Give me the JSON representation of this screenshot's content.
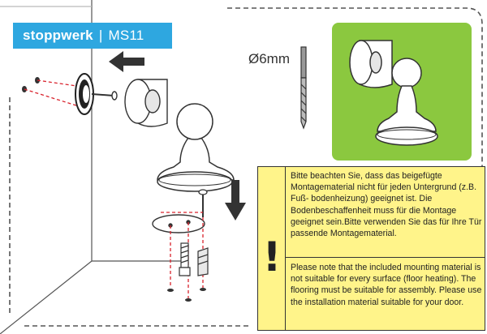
{
  "badge": {
    "brand": "stoppwerk",
    "separator": "|",
    "model": "MS11"
  },
  "drill": {
    "diameter_label": "Ø6mm"
  },
  "notice": {
    "icon": "exclamation-icon",
    "german": "Bitte beachten Sie, dass das beigefügte Montagematerial nicht für jeden Untergrund (z.B. Fuß- bodenheizung) geeignet ist. Die Bodenbeschaffenheit muss für die Montage geeignet sein.Bitte verwenden Sie das für Ihre Tür passende Montagematerial.",
    "english": "Please note that the included mounting material is not suitable for every surface (floor heating). The flooring must be suitable for assembly. Please use the installation material suitable for your door."
  },
  "colors": {
    "badge": "#2ea7e0",
    "green_panel": "#8bc83f",
    "notice_bg": "#fff48a",
    "line": "#333333",
    "red_guide": "#d9232d"
  }
}
